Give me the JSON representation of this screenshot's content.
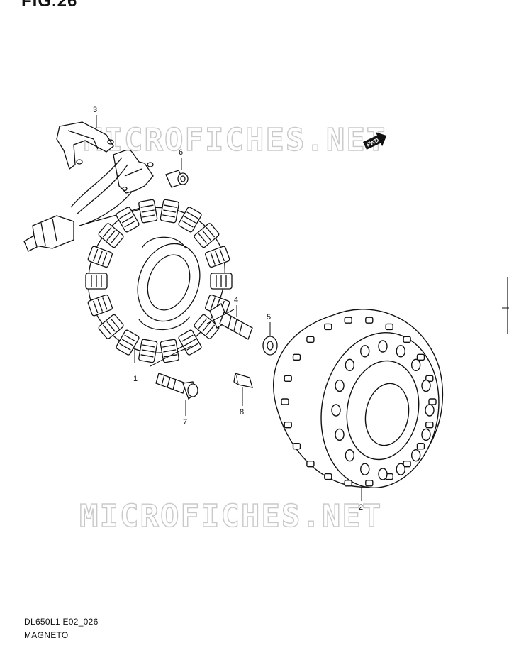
{
  "figure": {
    "title": "FIG.26",
    "model_code": "DL650L1 E02_026",
    "section_name": "MAGNETO"
  },
  "watermarks": [
    "MICROFICHES.NET",
    "MICROFICHES.NET"
  ],
  "direction_badge": "FWD",
  "callouts": [
    {
      "number": "1",
      "part": "stator"
    },
    {
      "number": "2",
      "part": "rotor"
    },
    {
      "number": "3",
      "part": "bracket"
    },
    {
      "number": "4",
      "part": "rotor bolt"
    },
    {
      "number": "5",
      "part": "washer"
    },
    {
      "number": "6",
      "part": "bracket bolt"
    },
    {
      "number": "7",
      "part": "stator bolt"
    },
    {
      "number": "8",
      "part": "key"
    }
  ]
}
